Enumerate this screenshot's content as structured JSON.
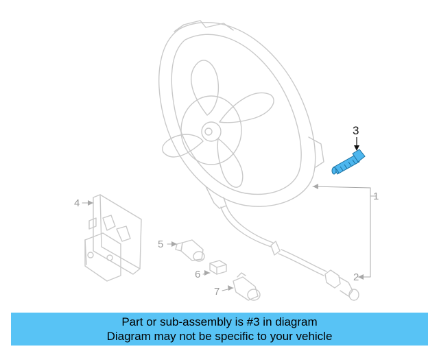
{
  "callouts": {
    "c1": "1",
    "c2": "2",
    "c3": "3",
    "c4": "4",
    "c5": "5",
    "c6": "6",
    "c7": "7"
  },
  "highlight_color": "#4db6ee",
  "banner": {
    "line1": "Part or sub-assembly is #3 in diagram",
    "line2": "Diagram may not be specific to your vehicle",
    "background": "#58c3f5"
  }
}
